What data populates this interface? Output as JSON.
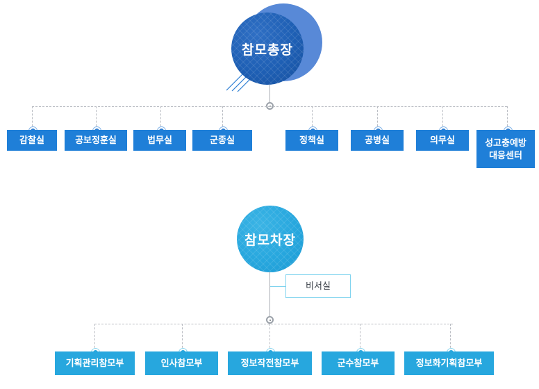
{
  "diagram": {
    "type": "organization-chart",
    "colors": {
      "top_node": "#1e5fb4",
      "top_halo": "#4a7fd4",
      "bottom_node": "#27a7de",
      "box_blue": "#1f7fd8",
      "box_cyan": "#27a7de",
      "ghost_border": "#7fd3ee",
      "line": "#b9bcc2"
    },
    "top": {
      "root": {
        "label": "참모총장"
      },
      "children": [
        {
          "label": "감찰실"
        },
        {
          "label": "공보정훈실"
        },
        {
          "label": "법무실"
        },
        {
          "label": "군종실"
        },
        {
          "label": "정책실"
        },
        {
          "label": "공병실"
        },
        {
          "label": "의무실"
        },
        {
          "label": "성고충예방\n대응센터",
          "line1": "성고충예방",
          "line2": "대응센터"
        }
      ]
    },
    "bottom": {
      "root": {
        "label": "참모차장"
      },
      "aside": {
        "label": "비서실"
      },
      "children": [
        {
          "label": "기획관리참모부"
        },
        {
          "label": "인사참모부"
        },
        {
          "label": "정보작전참모부"
        },
        {
          "label": "군수참모부"
        },
        {
          "label": "정보화기획참모부"
        }
      ]
    }
  }
}
